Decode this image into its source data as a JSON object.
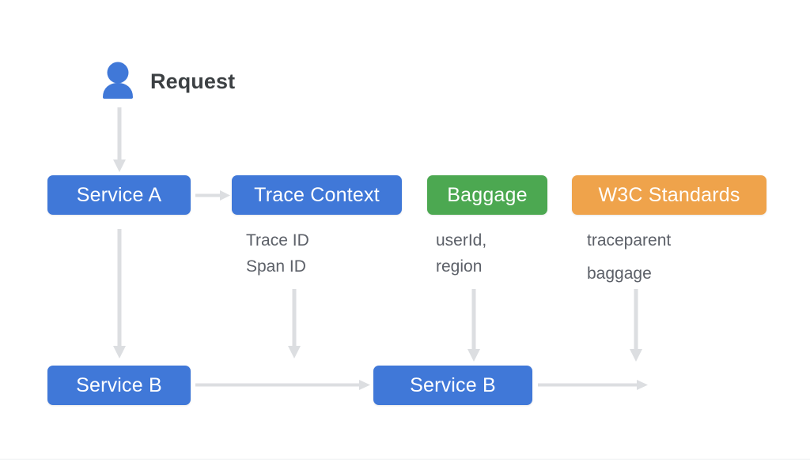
{
  "diagram": {
    "title_label": "Request",
    "avatar_icon": "person-icon",
    "arrow_color": "#dcdee1",
    "colors": {
      "blue": "#4078D8",
      "green": "#4CA851",
      "orange": "#EFA34B",
      "caption_text": "#5c6068",
      "label_text": "#3c4043",
      "background": "#ffffff"
    },
    "nodes": [
      {
        "id": "service-a",
        "label": "Service A",
        "color": "blue"
      },
      {
        "id": "trace-context",
        "label": "Trace Context",
        "color": "blue"
      },
      {
        "id": "baggage",
        "label": "Baggage",
        "color": "green"
      },
      {
        "id": "w3c-standards",
        "label": "W3C Standards",
        "color": "orange"
      },
      {
        "id": "service-b-left",
        "label": "Service B",
        "color": "blue"
      },
      {
        "id": "service-b-right",
        "label": "Service B",
        "color": "blue"
      }
    ],
    "captions": [
      {
        "id": "trace-context-caption",
        "text": "Trace ID\nSpan ID"
      },
      {
        "id": "baggage-caption",
        "text": "userId,\nregion"
      },
      {
        "id": "w3c-caption",
        "text": "traceparent\nbaggage"
      }
    ]
  }
}
